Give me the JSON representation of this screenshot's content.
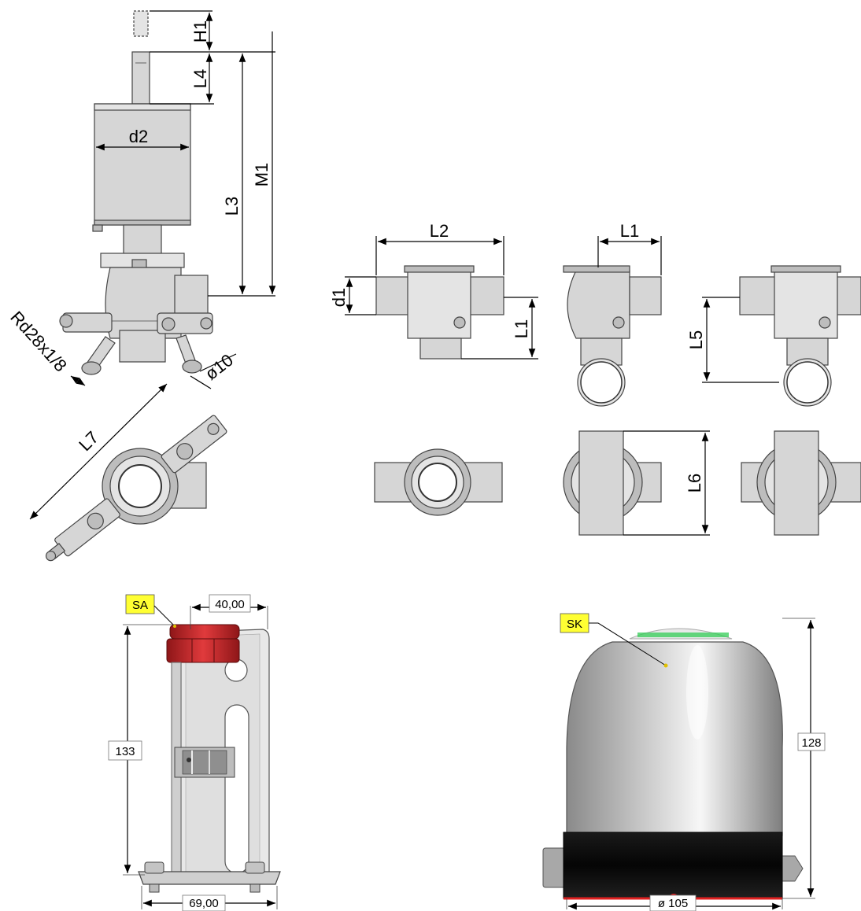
{
  "labels": {
    "H1": "H1",
    "L4": "L4",
    "d2": "d2",
    "L3": "L3",
    "M1": "M1",
    "rd": "Rd28x1/8",
    "d10": "ø10",
    "L7": "L7",
    "L2": "L2",
    "d1": "d1",
    "L1a": "L1",
    "L1b": "L1",
    "L5": "L5",
    "L6": "L6",
    "SA": "SA",
    "w40": "40,00",
    "h133": "133",
    "w69": "69,00",
    "SK": "SK",
    "h128": "128",
    "d105": "ø 105"
  },
  "colors": {
    "part": "#d6d6d6",
    "red_cap": "#c0282a",
    "green_led": "#33cc55",
    "tag_yellow": "#ffff33"
  }
}
